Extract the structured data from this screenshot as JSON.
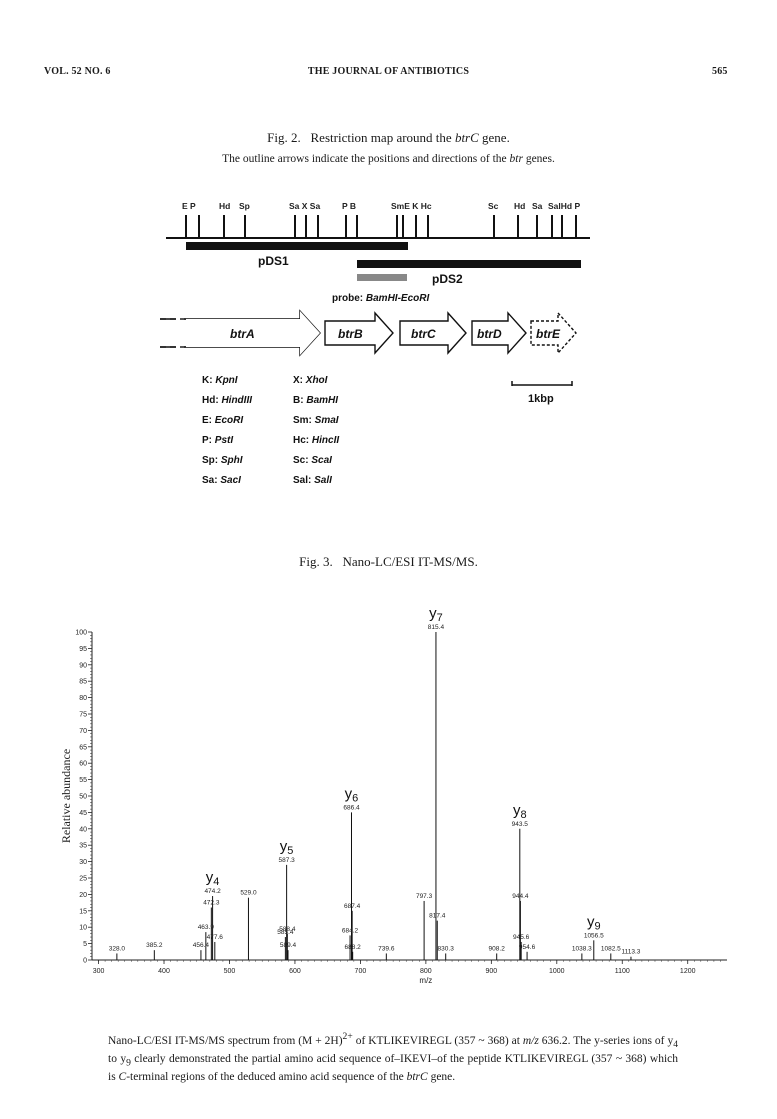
{
  "header": {
    "left": "VOL. 52 NO. 6",
    "center": "THE JOURNAL OF ANTIBIOTICS",
    "right": "565"
  },
  "fig2": {
    "caption_label": "Fig. 2.",
    "caption_text": "Restriction map around the ",
    "caption_gene": "btrC",
    "caption_end": " gene.",
    "subcaption_a": "The outline arrows indicate the positions and directions of the ",
    "subcaption_gene": "btr",
    "subcaption_b": " genes.",
    "site_labels": [
      "E P",
      "Hd",
      "Sp",
      "Sa X Sa",
      "P B",
      "SmE K Hc",
      "Sc",
      "Hd",
      "Sa",
      "SalHd P"
    ],
    "fragments": [
      "pDS1",
      "pDS2"
    ],
    "probe_prefix": "probe: ",
    "probe_name": "BamHI-EcoRI",
    "genes": [
      "btrA",
      "btrB",
      "btrC",
      "btrD",
      "btrE"
    ],
    "scale_label": "1kbp",
    "legend": [
      {
        "abbr": "K: ",
        "enzyme": "KpnI"
      },
      {
        "abbr": "Hd: ",
        "enzyme": "HindIII"
      },
      {
        "abbr": "E: ",
        "enzyme": "EcoRI"
      },
      {
        "abbr": "P: ",
        "enzyme": "PstI"
      },
      {
        "abbr": "Sp: ",
        "enzyme": "SphI"
      },
      {
        "abbr": "Sa: ",
        "enzyme": "SacI"
      },
      {
        "abbr": "X: ",
        "enzyme": "XhoI"
      },
      {
        "abbr": "B: ",
        "enzyme": "BamHI"
      },
      {
        "abbr": "Sm: ",
        "enzyme": "SmaI"
      },
      {
        "abbr": "Hc: ",
        "enzyme": "HincII"
      },
      {
        "abbr": "Sc: ",
        "enzyme": "ScaI"
      },
      {
        "abbr": "Sal: ",
        "enzyme": "SalI"
      }
    ]
  },
  "fig3": {
    "caption_label": "Fig. 3.",
    "caption_text": "Nano-LC/ESI IT-MS/MS.",
    "bottom_caption_html": "Nano-LC/ESI IT-MS/MS spectrum from (M + 2H)<sup>2+</sup> of KTLIKEVIREGL (357 ~ 368) at <i>m/z</i> 636.2. The y-series ions of y<sub>4</sub> to y<sub>9</sub> clearly demonstrated the partial amino acid sequence of–IKEVI–of the peptide KTLIKEVIREGL (357 ~ 368) which is <i>C</i>-terminal regions of the deduced amino acid sequence of the <i>btrC</i> gene."
  },
  "chart_data": {
    "type": "bar",
    "title": "",
    "xlabel": "m/z",
    "ylabel": "Relative abundance",
    "xlim": [
      290,
      1260
    ],
    "ylim": [
      0,
      100
    ],
    "x_ticks": [
      300,
      400,
      500,
      600,
      700,
      800,
      900,
      1000,
      1100,
      1200
    ],
    "y_ticks": [
      0,
      5,
      10,
      15,
      20,
      25,
      30,
      35,
      40,
      45,
      50,
      55,
      60,
      65,
      70,
      75,
      80,
      85,
      90,
      95,
      100
    ],
    "peaks": [
      {
        "mz": 328.0,
        "intensity": 2.0,
        "label": "328.0"
      },
      {
        "mz": 385.2,
        "intensity": 3.0,
        "label": "385.2"
      },
      {
        "mz": 456.4,
        "intensity": 3.0,
        "label": "456.4"
      },
      {
        "mz": 463.9,
        "intensity": 8.5,
        "label": "463.9"
      },
      {
        "mz": 472.3,
        "intensity": 16.0,
        "label": "472.3"
      },
      {
        "mz": 474.2,
        "intensity": 19.5,
        "label": "474.2"
      },
      {
        "mz": 477.6,
        "intensity": 5.5,
        "label": "477.6"
      },
      {
        "mz": 529.0,
        "intensity": 19.0,
        "label": "529.0"
      },
      {
        "mz": 585.4,
        "intensity": 7.0,
        "label": "585.4"
      },
      {
        "mz": 587.3,
        "intensity": 29.0,
        "label": "587.3"
      },
      {
        "mz": 588.4,
        "intensity": 8.0,
        "label": "588.4"
      },
      {
        "mz": 589.4,
        "intensity": 3.0,
        "label": "589.4"
      },
      {
        "mz": 684.2,
        "intensity": 7.5,
        "label": "684.2"
      },
      {
        "mz": 686.4,
        "intensity": 45.0,
        "label": "686.4"
      },
      {
        "mz": 687.4,
        "intensity": 15.0,
        "label": "687.4"
      },
      {
        "mz": 688.2,
        "intensity": 2.5,
        "label": "688.2"
      },
      {
        "mz": 739.6,
        "intensity": 2.0,
        "label": "739.6"
      },
      {
        "mz": 797.3,
        "intensity": 18.0,
        "label": "797.3"
      },
      {
        "mz": 815.4,
        "intensity": 100,
        "label": "815.4"
      },
      {
        "mz": 817.4,
        "intensity": 12.0,
        "label": "817.4"
      },
      {
        "mz": 830.3,
        "intensity": 2.0,
        "label": "830.3"
      },
      {
        "mz": 908.2,
        "intensity": 2.0,
        "label": "908.2"
      },
      {
        "mz": 943.5,
        "intensity": 40.0,
        "label": "943.5"
      },
      {
        "mz": 944.4,
        "intensity": 18.0,
        "label": "944.4"
      },
      {
        "mz": 945.6,
        "intensity": 5.5,
        "label": "945.6"
      },
      {
        "mz": 954.6,
        "intensity": 2.5,
        "label": "954.6"
      },
      {
        "mz": 1038.3,
        "intensity": 2.0,
        "label": "1038.3"
      },
      {
        "mz": 1056.5,
        "intensity": 6.0,
        "label": "1056.5"
      },
      {
        "mz": 1082.5,
        "intensity": 2.0,
        "label": "1082.5"
      },
      {
        "mz": 1113.3,
        "intensity": 1.0,
        "label": "1113.3"
      }
    ],
    "ion_annotations": [
      {
        "ion": "y",
        "sub": "4",
        "mz": 474.2
      },
      {
        "ion": "y",
        "sub": "5",
        "mz": 587.3
      },
      {
        "ion": "y",
        "sub": "6",
        "mz": 686.4
      },
      {
        "ion": "y",
        "sub": "7",
        "mz": 815.4
      },
      {
        "ion": "y",
        "sub": "8",
        "mz": 943.5
      },
      {
        "ion": "y",
        "sub": "9",
        "mz": 1056.5
      }
    ]
  }
}
